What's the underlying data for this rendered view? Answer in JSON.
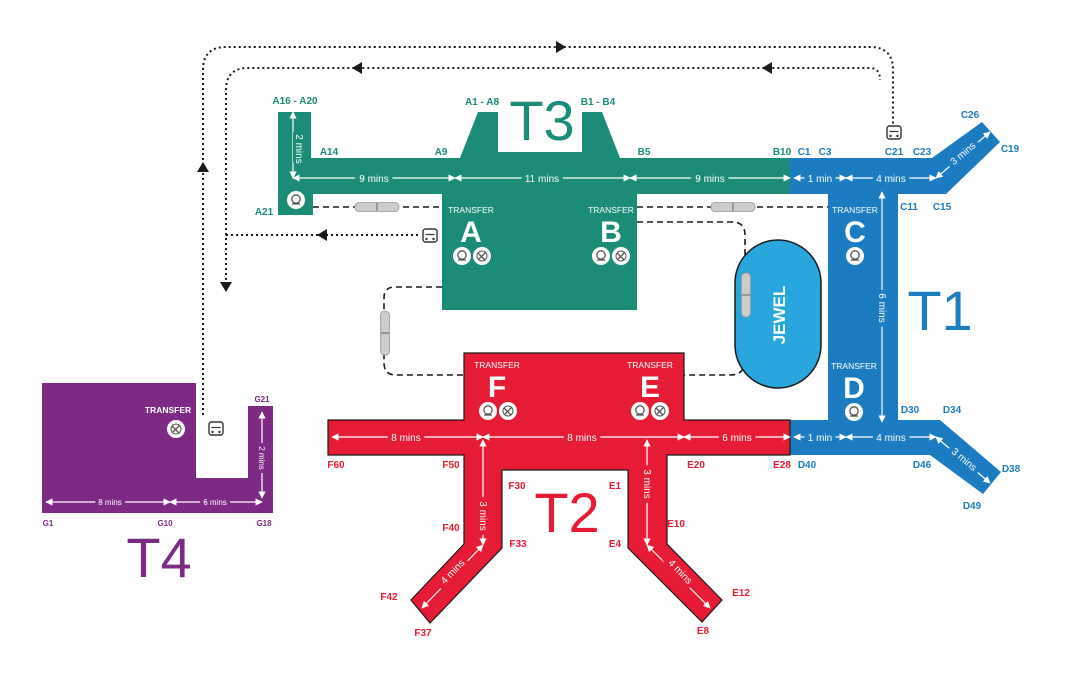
{
  "colors": {
    "t1": "#1c7cc2",
    "t2": "#e61b34",
    "t3": "#1a8c78",
    "t4": "#7d2a85",
    "jewel": "#27a7de",
    "path": "#1a1a1a"
  },
  "terminals": {
    "t1": "T1",
    "t2": "T2",
    "t3": "T3",
    "t4": "T4"
  },
  "transfer_label": "TRANSFER",
  "transfers": {
    "a": "A",
    "b": "B",
    "c": "C",
    "d": "D",
    "e": "E",
    "f": "F"
  },
  "jewel": "JEWEL",
  "durations": {
    "t3_a9_left": "9 mins",
    "t3_middle": "11 mins",
    "t3_right": "9 mins",
    "t3_a_spur": "2 mins",
    "t1_top_link": "1 min",
    "t1_top": "4 mins",
    "t1_c_pier": "3 mins",
    "t1_vertical": "6 mins",
    "t1_bottom_link": "1 min",
    "t1_bottom": "4 mins",
    "t1_d_pier": "3 mins",
    "t2_left": "8 mins",
    "t2_middle": "8 mins",
    "t2_right": "6 mins",
    "t2_f_down": "3 mins",
    "t2_f_diag": "4 mins",
    "t2_e_down": "3 mins",
    "t2_e_diag": "4 mins",
    "t4_left": "8 mins",
    "t4_right": "6 mins",
    "t4_spur": "2 mins"
  },
  "gates": {
    "a16_a20": "A16 - A20",
    "a14": "A14",
    "a9": "A9",
    "a21": "A21",
    "a1_a8": "A1 - A8",
    "b1_b4": "B1 - B4",
    "b5": "B5",
    "b10": "B10",
    "c1": "C1",
    "c3": "C3",
    "c21": "C21",
    "c23": "C23",
    "c26": "C26",
    "c19": "C19",
    "c11": "C11",
    "c15": "C15",
    "d30": "D30",
    "d34": "D34",
    "d40": "D40",
    "d46": "D46",
    "d38": "D38",
    "d49": "D49",
    "f60": "F60",
    "f50": "F50",
    "e20": "E20",
    "e28": "E28",
    "f30": "F30",
    "e1": "E1",
    "f40": "F40",
    "f33": "F33",
    "e4": "E4",
    "e10": "E10",
    "f42": "F42",
    "f37": "F37",
    "e12": "E12",
    "e8": "E8",
    "g21": "G21",
    "g1": "G1",
    "g10": "G10",
    "g18": "G18"
  }
}
